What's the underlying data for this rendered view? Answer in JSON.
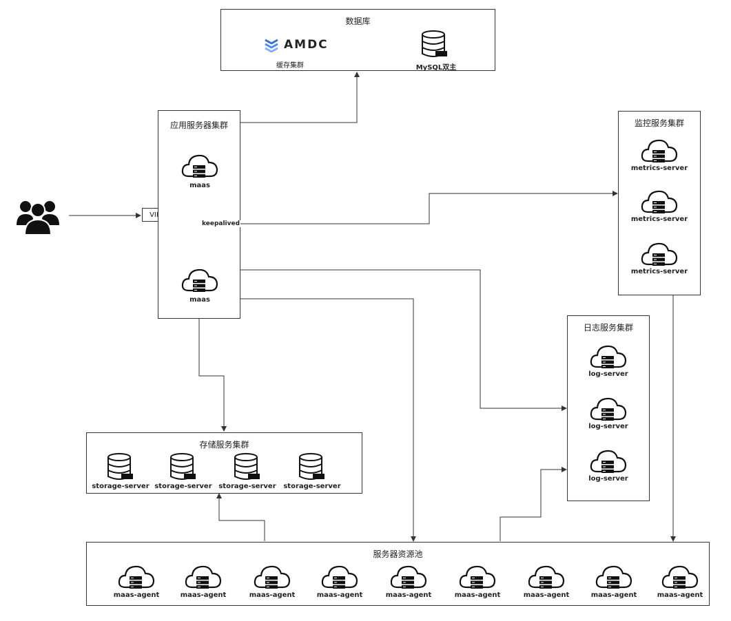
{
  "database": {
    "title": "数据库",
    "cache_logo": "AMDC",
    "cache_label": "缓存集群",
    "mysql_label": "MySQL双主"
  },
  "app_cluster": {
    "title": "应用服务器集群",
    "vip": "VIP",
    "keepalived": "keepalived",
    "nodes": [
      "maas",
      "maas"
    ]
  },
  "monitor_cluster": {
    "title": "监控服务集群",
    "nodes": [
      "metrics-server",
      "metrics-server",
      "metrics-server"
    ]
  },
  "log_cluster": {
    "title": "日志服务集群",
    "nodes": [
      "log-server",
      "log-server",
      "log-server"
    ]
  },
  "storage_cluster": {
    "title": "存储服务集群",
    "nodes": [
      "storage-server",
      "storage-server",
      "storage-server",
      "storage-server"
    ]
  },
  "resource_pool": {
    "title": "服务器资源池",
    "nodes": [
      "maas-agent",
      "maas-agent",
      "maas-agent",
      "maas-agent",
      "maas-agent",
      "maas-agent",
      "maas-agent",
      "maas-agent",
      "maas-agent"
    ]
  },
  "colors": {
    "line": "#333333",
    "icon": "#111111",
    "amdc_blue": "#2f6fe0"
  }
}
